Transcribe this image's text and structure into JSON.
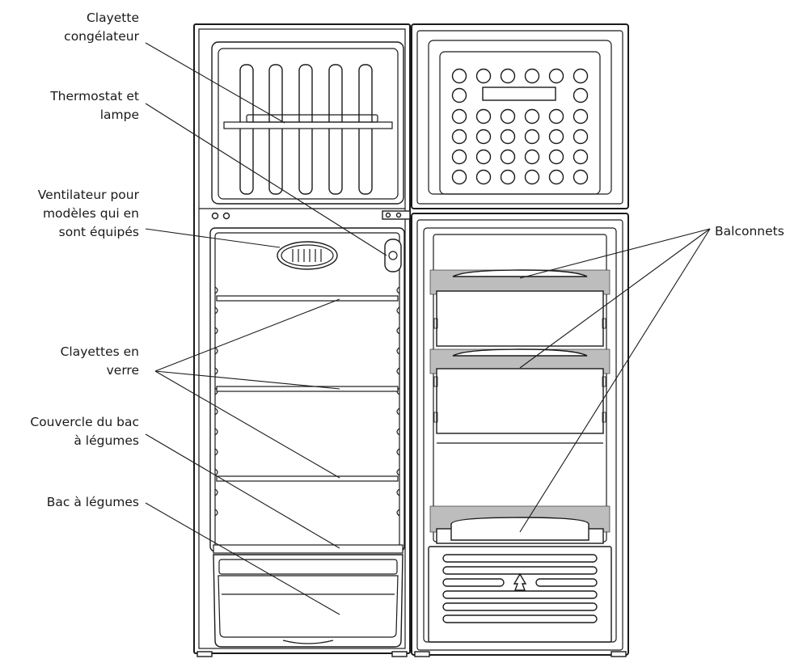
{
  "labels": {
    "freezer_shelf": [
      "Clayette",
      "congélateur"
    ],
    "thermostat": [
      "Thermostat et",
      "lampe"
    ],
    "fan": [
      "Ventilateur pour",
      "modèles qui en",
      "sont équipés"
    ],
    "glass_shelves": [
      "Clayettes en",
      "verre"
    ],
    "crisper_cover": [
      "Couvercle du bac",
      "à légumes"
    ],
    "crisper": [
      "Bac à légumes"
    ],
    "door_balconies": [
      "Balconnets"
    ]
  }
}
